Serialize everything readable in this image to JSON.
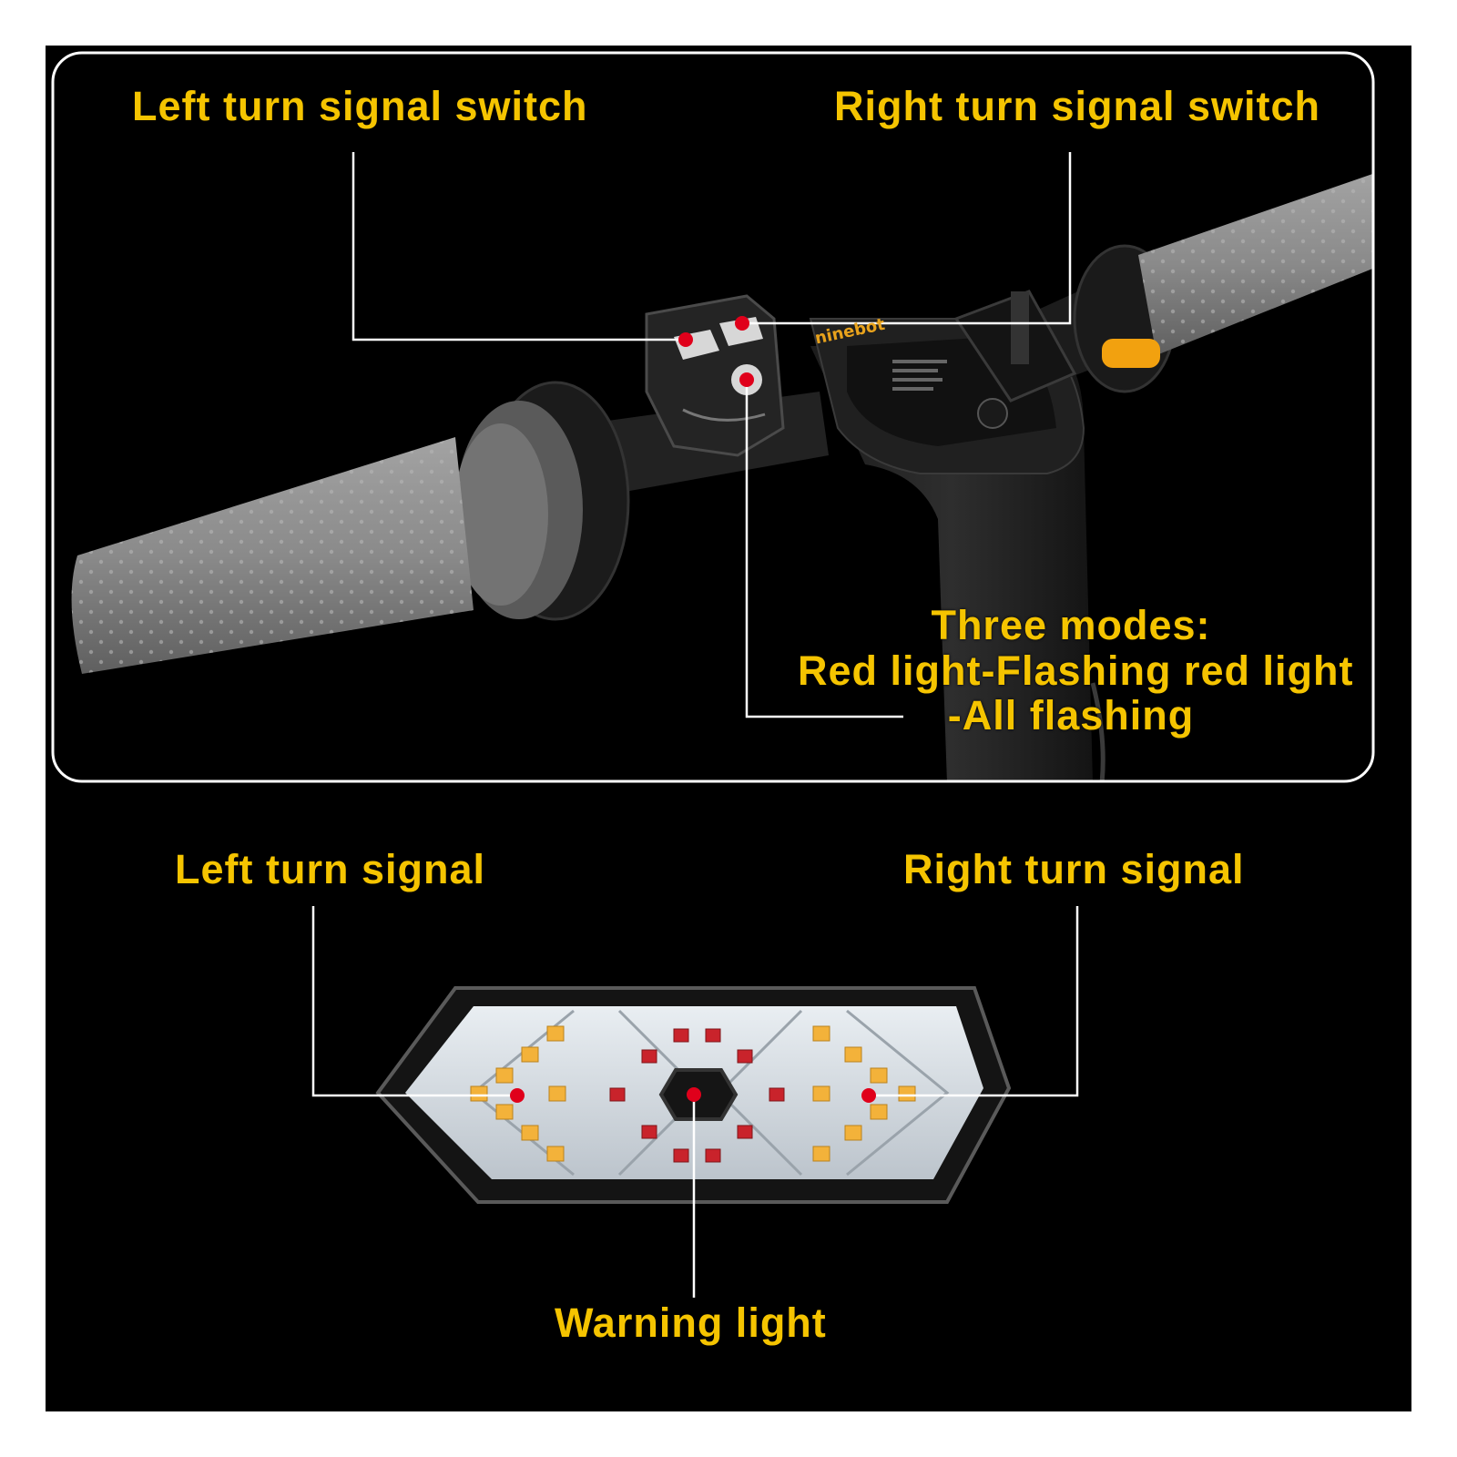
{
  "colors": {
    "label": "#f5c400",
    "marker": "#e0001b",
    "amber_led": "#f3b23a",
    "red_led": "#c9232b",
    "grip": "#8a8a8a",
    "frame": "#ffffff"
  },
  "photo_top": {
    "brand_text": "ninebot",
    "labels": {
      "left_switch": "Left turn signal switch",
      "right_switch": "Right turn signal switch",
      "modes_title": "Three modes:",
      "modes_line1": "Red light-Flashing red light",
      "modes_line2": "-All flashing"
    }
  },
  "photo_bottom": {
    "labels": {
      "left_signal": "Left turn signal",
      "right_signal": "Right turn signal",
      "warning": "Warning light"
    }
  }
}
